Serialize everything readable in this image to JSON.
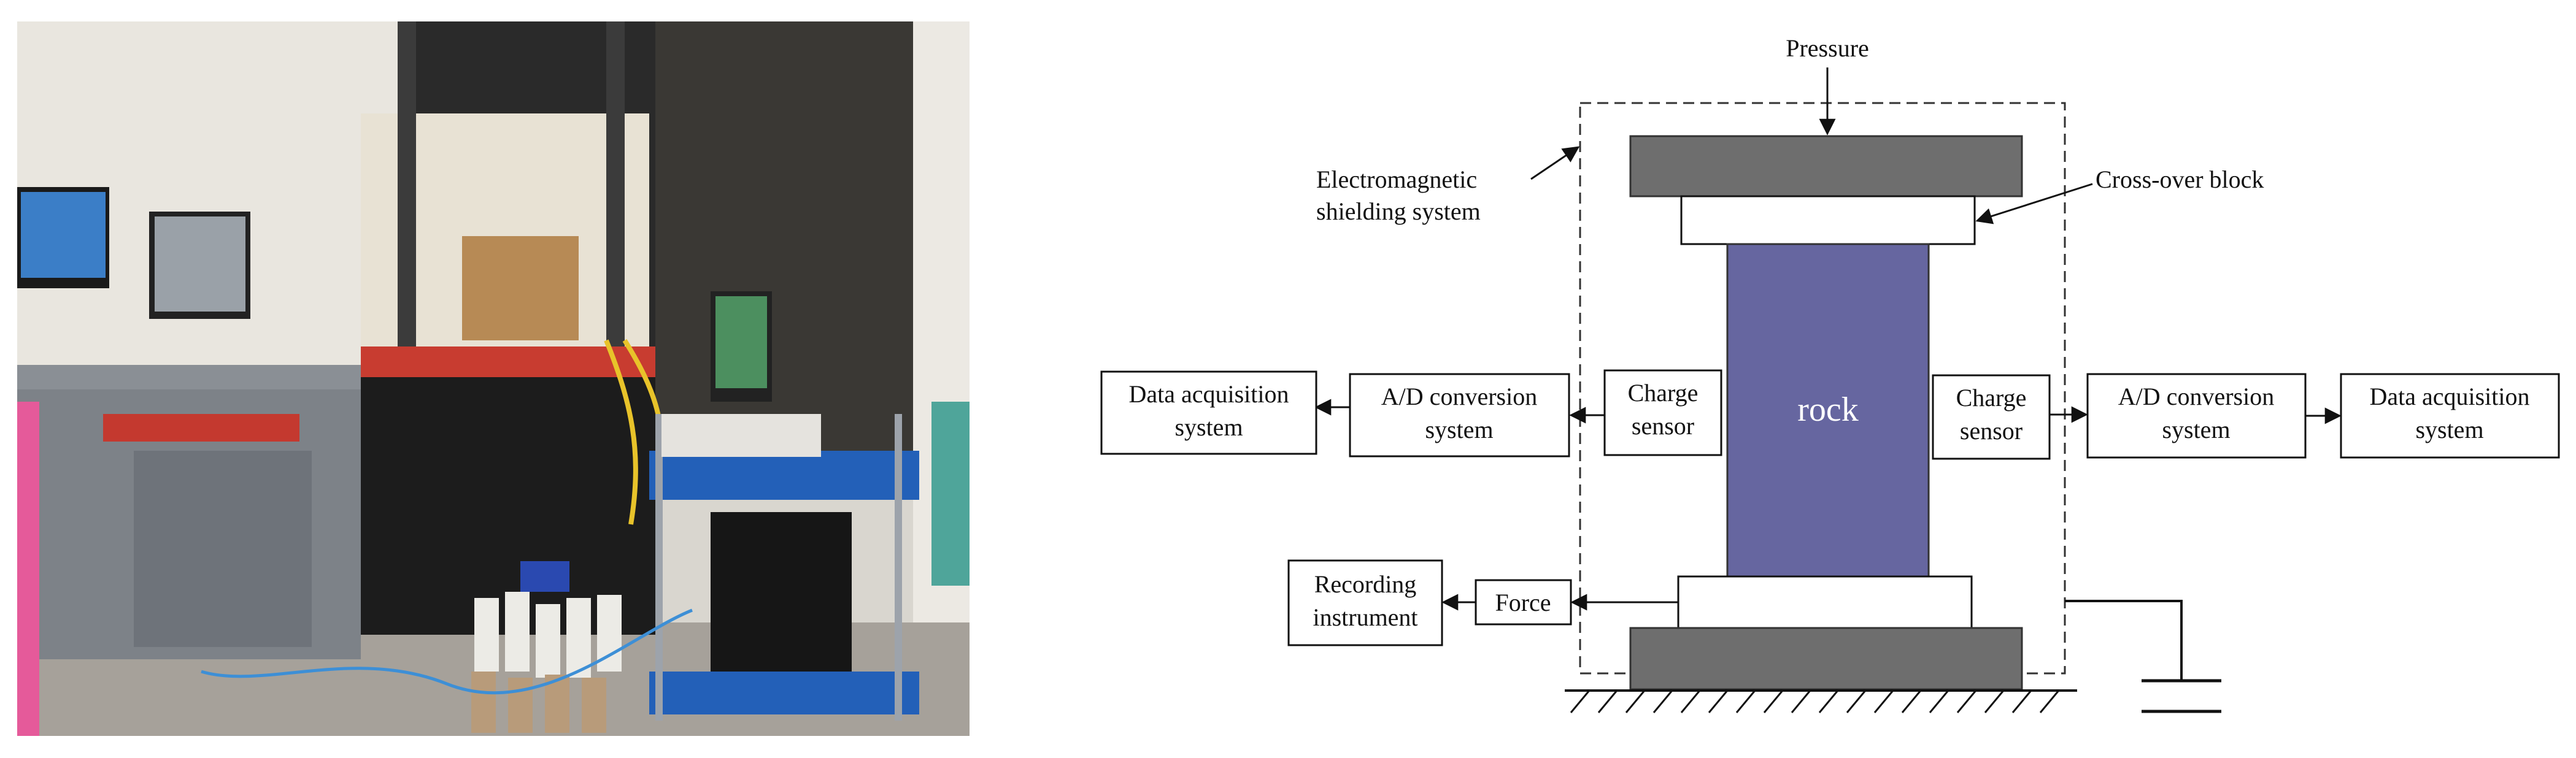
{
  "photo": {
    "description_icon": "lab-photo"
  },
  "diagram": {
    "pressure": "Pressure",
    "em_shield_line1": "Electromagnetic",
    "em_shield_line2": "shielding system",
    "crossover": "Cross-over block",
    "rock": "rock",
    "left_daq_line1": "Data acquisition",
    "left_daq_line2": "system",
    "left_ad_line1": "A/D conversion",
    "left_ad_line2": "system",
    "left_charge_line1": "Charge",
    "left_charge_line2": "sensor",
    "right_charge_line1": "Charge",
    "right_charge_line2": "sensor",
    "right_ad_line1": "A/D conversion",
    "right_ad_line2": "system",
    "right_daq_line1": "Data acquisition",
    "right_daq_line2": "system",
    "force": "Force",
    "recording_line1": "Recording",
    "recording_line2": "instrument"
  },
  "colors": {
    "platen": "#6e6e6e",
    "rock": "#6666a0",
    "stroke": "#111111"
  }
}
